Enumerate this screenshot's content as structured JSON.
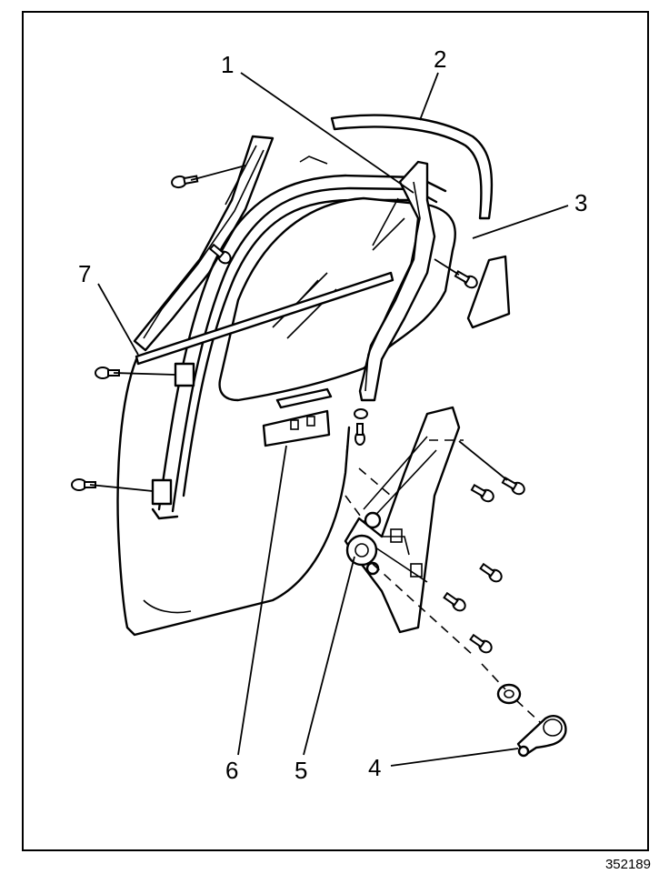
{
  "figure_id": "352189",
  "callouts": [
    {
      "id": "1",
      "label": "1"
    },
    {
      "id": "2",
      "label": "2"
    },
    {
      "id": "3",
      "label": "3"
    },
    {
      "id": "4",
      "label": "4"
    },
    {
      "id": "5",
      "label": "5"
    },
    {
      "id": "6",
      "label": "6"
    },
    {
      "id": "7",
      "label": "7"
    }
  ]
}
